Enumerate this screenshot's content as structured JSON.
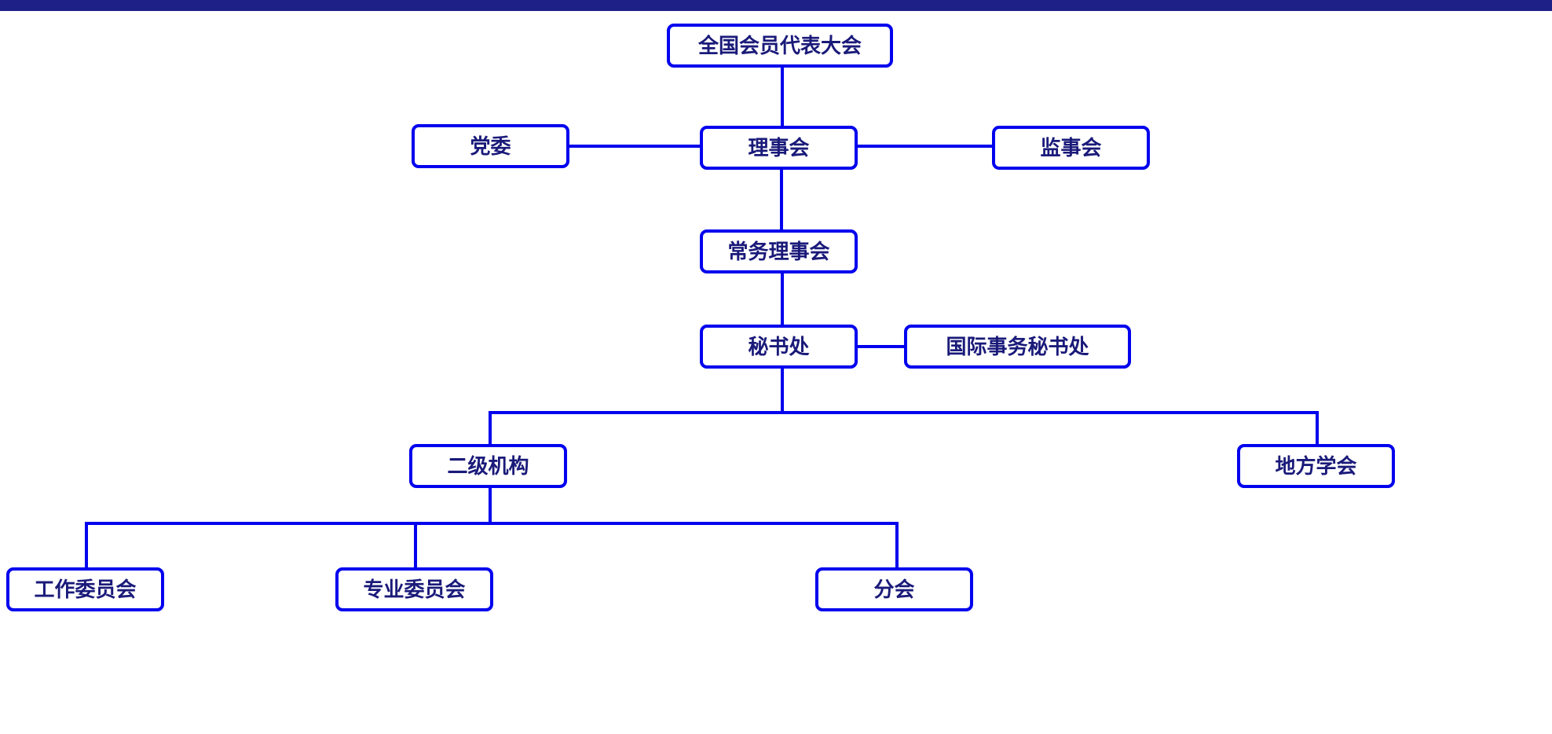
{
  "colors": {
    "header_bar": "#1E2088",
    "node_border": "#0000EE",
    "connector": "#0000EE",
    "node_text": "#1A1A7A",
    "background": "#FFFFFF"
  },
  "diagram": {
    "type": "org-chart",
    "nodes": [
      {
        "id": "general-assembly",
        "label": "全国会员代表大会"
      },
      {
        "id": "party-committee",
        "label": "党委"
      },
      {
        "id": "council",
        "label": "理事会"
      },
      {
        "id": "supervisory-board",
        "label": "监事会"
      },
      {
        "id": "standing-council",
        "label": "常务理事会"
      },
      {
        "id": "secretariat",
        "label": "秘书处"
      },
      {
        "id": "intl-secretariat",
        "label": "国际事务秘书处"
      },
      {
        "id": "secondary-orgs",
        "label": "二级机构"
      },
      {
        "id": "local-societies",
        "label": "地方学会"
      },
      {
        "id": "working-committees",
        "label": "工作委员会"
      },
      {
        "id": "professional-committees",
        "label": "专业委员会"
      },
      {
        "id": "branches",
        "label": "分会"
      }
    ],
    "edges": [
      {
        "from": "general-assembly",
        "to": "council"
      },
      {
        "from": "council",
        "to": "party-committee"
      },
      {
        "from": "council",
        "to": "supervisory-board"
      },
      {
        "from": "council",
        "to": "standing-council"
      },
      {
        "from": "standing-council",
        "to": "secretariat"
      },
      {
        "from": "secretariat",
        "to": "intl-secretariat"
      },
      {
        "from": "secretariat",
        "to": "secondary-orgs"
      },
      {
        "from": "secretariat",
        "to": "local-societies"
      },
      {
        "from": "secondary-orgs",
        "to": "working-committees"
      },
      {
        "from": "secondary-orgs",
        "to": "professional-committees"
      },
      {
        "from": "secondary-orgs",
        "to": "branches"
      }
    ]
  }
}
